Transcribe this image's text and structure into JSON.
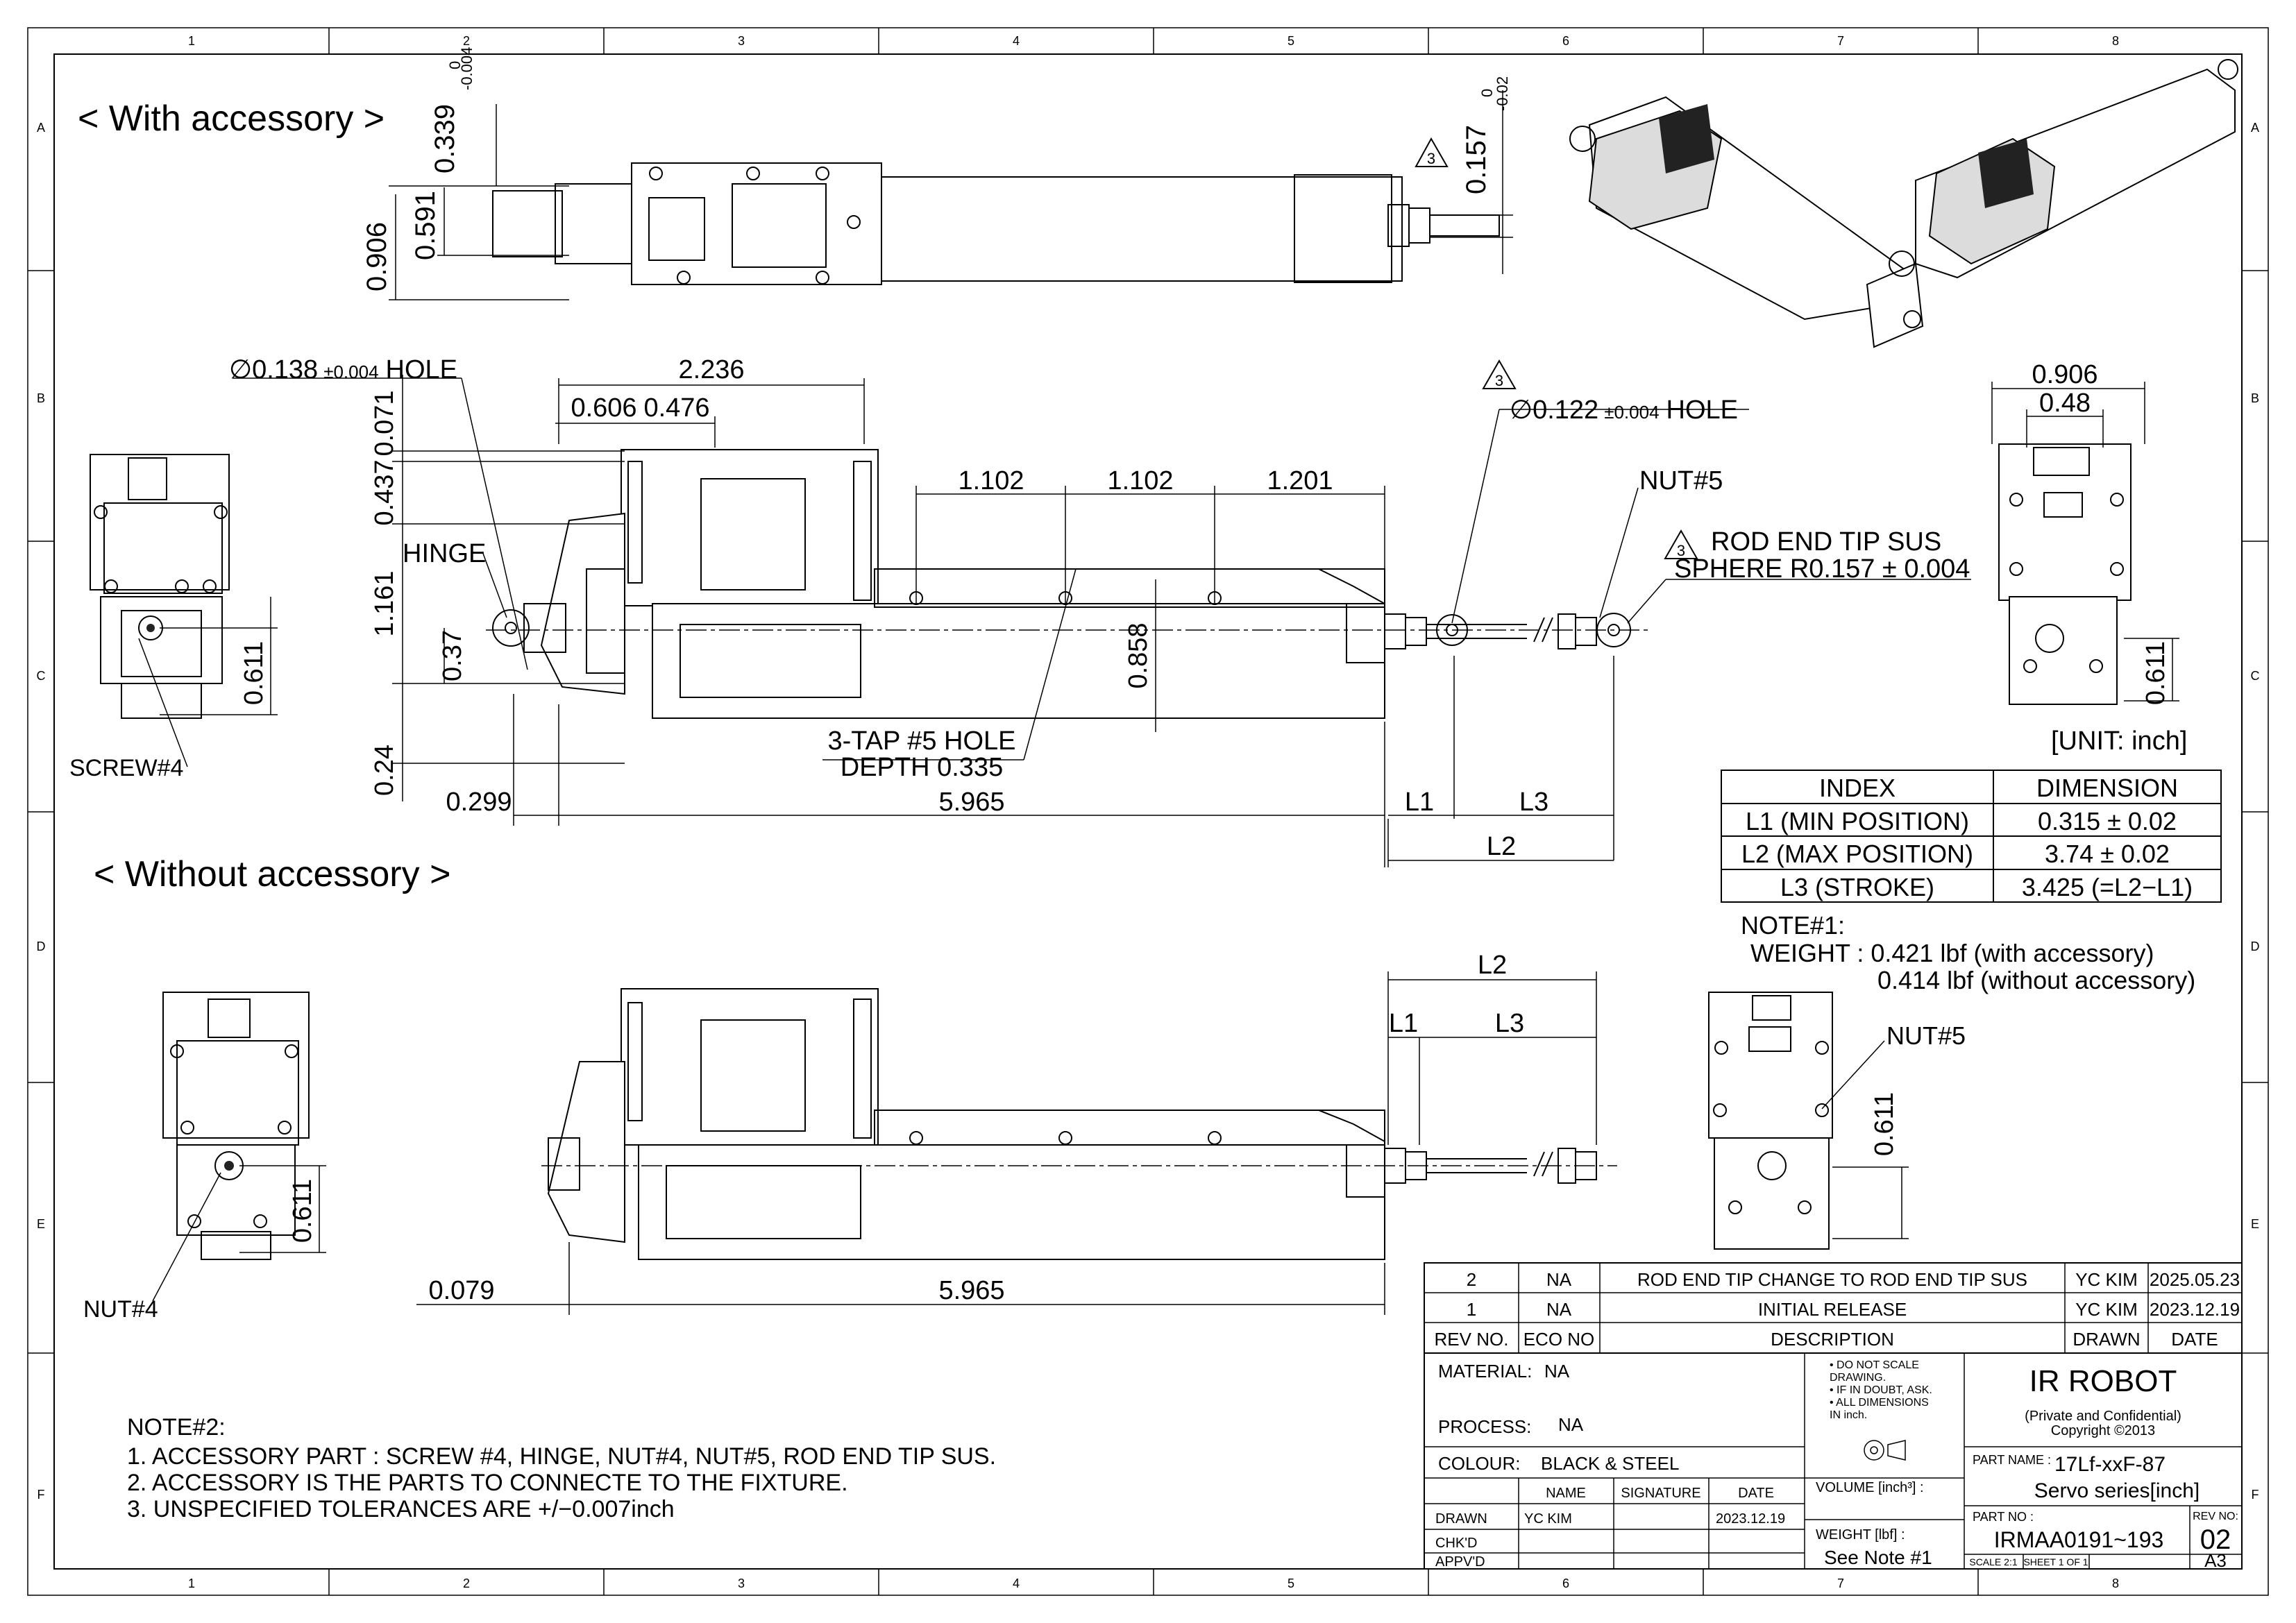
{
  "zones": {
    "columns": [
      "1",
      "2",
      "3",
      "4",
      "5",
      "6",
      "7",
      "8"
    ],
    "rows": [
      "A",
      "B",
      "C",
      "D",
      "E",
      "F"
    ]
  },
  "sections": {
    "with_accessory": "< With accessory >",
    "without_accessory": "< Without accessory >"
  },
  "top_view": {
    "tol_upper": "0",
    "tol_lower": "-0.004",
    "dim_339": "0.339",
    "dim_906": "0.906",
    "dim_591": "0.591",
    "tol2_upper": "0",
    "tol2_lower": "-0.02",
    "dim_157": "0.157",
    "rev_mark": "3"
  },
  "side_view": {
    "hole_138": "∅0.138",
    "hole_138_tol": "±0.004",
    "hole_138_suffix": "HOLE",
    "dim_2236": "2.236",
    "dim_606": "0.606",
    "dim_476": "0.476",
    "dim_071": "0.071",
    "dim_437": "0.437",
    "dim_1161": "1.161",
    "dim_037": "0.37",
    "dim_024": "0.24",
    "hinge": "HINGE",
    "dim_1102a": "1.102",
    "dim_1102b": "1.102",
    "dim_1201": "1.201",
    "dim_0858": "0.858",
    "tap_hole_1": "3-TAP #5 HOLE",
    "tap_hole_2": "DEPTH 0.335",
    "dim_0299": "0.299",
    "dim_5965": "5.965",
    "l1": "L1",
    "l3": "L3",
    "l2": "L2",
    "rev_mark": "3",
    "hole_122": "∅0.122",
    "hole_122_tol": "±0.004",
    "hole_122_suffix": "HOLE",
    "nut5": "NUT#5",
    "rod_end_1": "ROD END TIP SUS",
    "rod_end_2": "SPHERE R0.157 ± 0.004"
  },
  "left_view": {
    "dim_611": "0.611",
    "screw4": "SCREW#4"
  },
  "right_view": {
    "dim_0906": "0.906",
    "dim_048": "0.48",
    "dim_611": "0.611",
    "unit": "[UNIT: inch]"
  },
  "index_table": {
    "headers": [
      "INDEX",
      "DIMENSION"
    ],
    "rows": [
      [
        "L1 (MIN POSITION)",
        "0.315 ± 0.02"
      ],
      [
        "L2 (MAX POSITION)",
        "3.74 ± 0.02"
      ],
      [
        "L3 (STROKE)",
        "3.425 (=L2−L1)"
      ]
    ]
  },
  "note1": {
    "title": "NOTE#1:",
    "line1": "WEIGHT : 0.421 lbf  (with accessory)",
    "line2": "0.414 lbf  (without accessory)"
  },
  "bottom_view": {
    "dim_611_left": "0.611",
    "nut4": "NUT#4",
    "dim_0079": "0.079",
    "dim_5965": "5.965",
    "l1": "L1",
    "l2": "L2",
    "l3": "L3",
    "nut5": "NUT#5",
    "dim_611_right": "0.611"
  },
  "note2": {
    "title": "NOTE#2:",
    "lines": [
      "1. ACCESSORY PART :   SCREW #4, HINGE, NUT#4, NUT#5, ROD END TIP SUS.",
      "2. ACCESSORY IS THE PARTS TO CONNECTE TO THE FIXTURE.",
      "3. UNSPECIFIED TOLERANCES ARE +/−0.007inch"
    ]
  },
  "revision_table": {
    "rows": [
      [
        "2",
        "NA",
        "ROD END TIP CHANGE TO ROD END TIP SUS",
        "YC KIM",
        "2025.05.23"
      ],
      [
        "1",
        "NA",
        "INITIAL RELEASE",
        "YC KIM",
        "2023.12.19"
      ]
    ],
    "headers": [
      "REV NO.",
      "ECO NO",
      "DESCRIPTION",
      "DRAWN",
      "DATE"
    ]
  },
  "title_block": {
    "material_label": "MATERIAL:",
    "material": "NA",
    "process_label": "PROCESS:",
    "process": "NA",
    "colour_label": "COLOUR:",
    "colour": "BLACK & STEEL",
    "notes": [
      "• DO NOT SCALE",
      "  DRAWING.",
      "• IF IN DOUBT, ASK.",
      "• ALL DIMENSIONS",
      "  IN inch."
    ],
    "company": "IR ROBOT",
    "confidential": "(Private and Confidential)",
    "copyright": "Copyright ©2013",
    "part_name_label": "PART NAME :",
    "part_name_1": "17Lf-xxF-87",
    "part_name_2": "Servo series[inch]",
    "col_name": "NAME",
    "col_signature": "SIGNATURE",
    "col_date": "DATE",
    "drawn_label": "DRAWN",
    "drawn_name": "YC KIM",
    "drawn_date": "2023.12.19",
    "chkd_label": "CHK'D",
    "apprd_label": "APPV'D",
    "volume_label": "VOLUME [inch³] :",
    "weight_label": "WEIGHT [lbf] :",
    "weight_value": "See Note #1",
    "part_no_label": "PART NO :",
    "part_no": "IRMAA0191~193",
    "rev_no_label": "REV NO:",
    "rev_no": "02",
    "scale": "SCALE  2:1",
    "sheet": "SHEET 1 OF 1",
    "size": "A3"
  }
}
